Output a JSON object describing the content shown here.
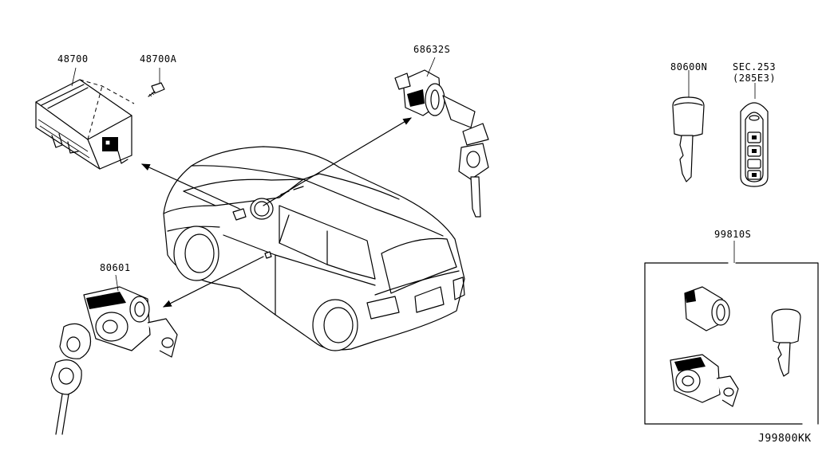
{
  "parts": {
    "module": "48700",
    "module_screw": "48700A",
    "ignition_cylinder": "68632S",
    "blank_key": "80600N",
    "remote_ref_line1": "SEC.253",
    "remote_ref_line2": "(285E3)",
    "door_lock_cylinder": "80601",
    "lock_set": "99810S"
  },
  "diagram_id": "J99800KK"
}
